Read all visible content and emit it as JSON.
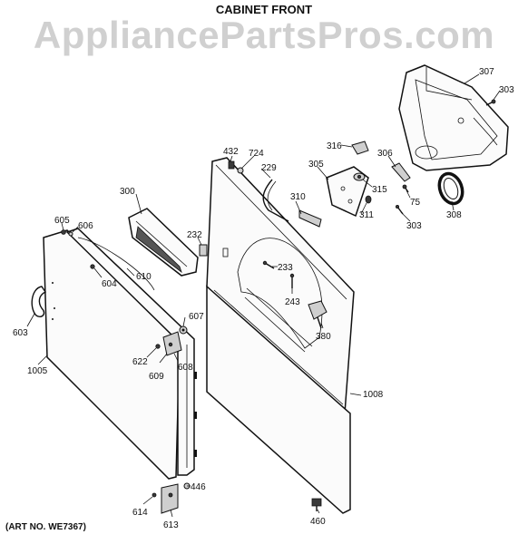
{
  "title": "CABINET FRONT",
  "watermark": "AppliancePartsPros.com",
  "art_no": "(ART NO. WE7367)",
  "part_labels": {
    "p307": "307",
    "p303a": "303",
    "p316": "316",
    "p306": "306",
    "p305": "305",
    "p315": "315",
    "p75": "75",
    "p308": "308",
    "p310": "310",
    "p311": "311",
    "p303b": "303",
    "p432": "432",
    "p724": "724",
    "p229": "229",
    "p300": "300",
    "p605": "605",
    "p606": "606",
    "p232": "232",
    "p233": "233",
    "p243": "243",
    "p604": "604",
    "p610": "610",
    "p603": "603",
    "p607": "607",
    "p380": "380",
    "p622": "622",
    "p609": "609",
    "p608": "608",
    "p1005": "1005",
    "p1008": "1008",
    "p446": "446",
    "p614": "614",
    "p613": "613",
    "p460": "460"
  }
}
